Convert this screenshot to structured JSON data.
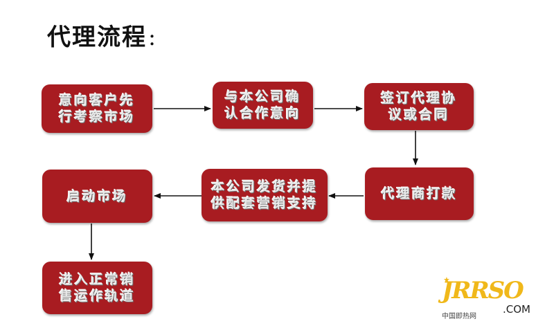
{
  "title": "代理流程",
  "title_colon": "：",
  "steps": [
    "意向客户先\n行考察市场",
    "与本公司确\n认合作意向",
    "签订代理协\n议或合同",
    "代理商打款",
    "本公司发货并提\n供配套营销支持",
    "启动市场",
    "进入正常销\n售运作轨道"
  ],
  "logo": {
    "main": "JRRSO",
    "com": ".COM",
    "cn": "中国即热网"
  },
  "colors": {
    "box": "#a81c21",
    "text": "#e9e9e9",
    "arrow": "#111111",
    "logo": "#f0b81a"
  }
}
